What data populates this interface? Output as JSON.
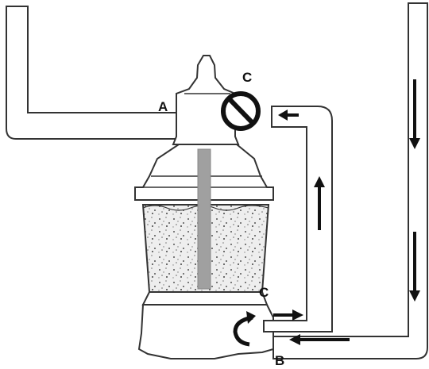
{
  "labels": {
    "a": "A",
    "b": "B",
    "c_top": "C",
    "c_bottom": "C"
  },
  "colors": {
    "stroke": "#333333",
    "fill": "#ffffff",
    "media": "#e9e9e9",
    "standpipe": "#a0a0a0",
    "arrow": "#111111"
  },
  "icons": {
    "valve": "prohibition-sign-icon",
    "return": "curved-arrow-icon"
  }
}
